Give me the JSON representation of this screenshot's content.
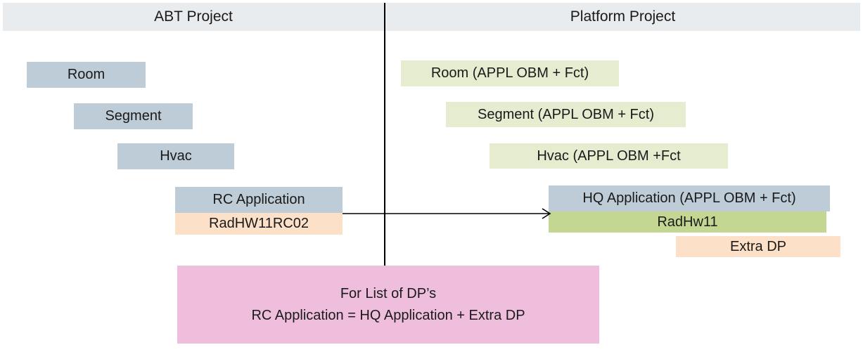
{
  "header": {
    "left_title": "ABT Project",
    "right_title": "Platform  Project"
  },
  "colors": {
    "header_band": "#e8ecef",
    "blue": "#bdccd7",
    "light_green": "#e6ecd0",
    "olive_green": "#c3d692",
    "orange": "#fce0c8",
    "pink": "#efbedd",
    "line": "#000000"
  },
  "left_column": {
    "nodes": [
      {
        "label": "Room",
        "fill": "blue"
      },
      {
        "label": "Segment",
        "fill": "blue"
      },
      {
        "label": "Hvac",
        "fill": "blue"
      },
      {
        "label": "RC Application",
        "fill": "blue"
      },
      {
        "label": "RadHW11RC02",
        "fill": "orange"
      }
    ]
  },
  "right_column": {
    "nodes": [
      {
        "label": "Room (APPL OBM + Fct)",
        "fill": "light_green"
      },
      {
        "label": "Segment (APPL OBM + Fct)",
        "fill": "light_green"
      },
      {
        "label": "Hvac (APPL OBM +Fct",
        "fill": "light_green"
      },
      {
        "label": "HQ Application  (APPL OBM + Fct)",
        "fill": "blue"
      },
      {
        "label": "RadHw11",
        "fill": "olive_green"
      },
      {
        "label": "Extra DP",
        "fill": "orange"
      }
    ]
  },
  "connector": {
    "name": "rc-to-hq-arrow",
    "from": "RC Application",
    "to": "HQ Application  (APPL OBM + Fct)"
  },
  "note": {
    "line1": "For List of DP’s",
    "line2": "RC Application  =  HQ Application  +  Extra DP"
  }
}
